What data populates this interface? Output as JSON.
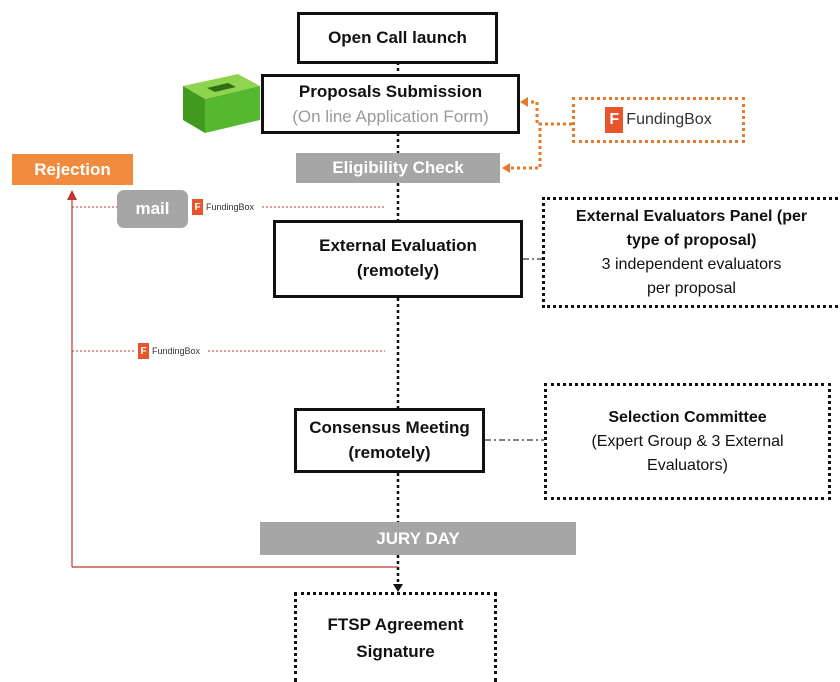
{
  "nodes": {
    "open_call": "Open Call launch",
    "proposals_title": "Proposals  Submission",
    "proposals_sub": "(On line Application Form)",
    "eligibility": "Eligibility Check",
    "external_eval_line1": "External Evaluation",
    "external_eval_line2": "(remotely)",
    "consensus_line1": "Consensus Meeting",
    "consensus_line2": "(remotely)",
    "jury_day": "JURY DAY",
    "ftsp_line1": "FTSP Agreement",
    "ftsp_line2": "Signature",
    "rejection": "Rejection",
    "mail": "mail"
  },
  "panels": {
    "evaluators_title1": "External Evaluators Panel (per",
    "evaluators_title2": "type of proposal)",
    "evaluators_body1": "3 independent  evaluators",
    "evaluators_body2": "per proposal",
    "committee_title": "Selection Committee",
    "committee_body1": "(Expert Group & 3 External",
    "committee_body2": "Evaluators)"
  },
  "logos": {
    "fundingbox": "FundingBox",
    "fundingbox_mark": "F"
  },
  "colors": {
    "orange": "#e8782a",
    "rejection_bg": "#f08a3c",
    "red_line": "#c0392b",
    "gray": "#a6a6a6"
  }
}
